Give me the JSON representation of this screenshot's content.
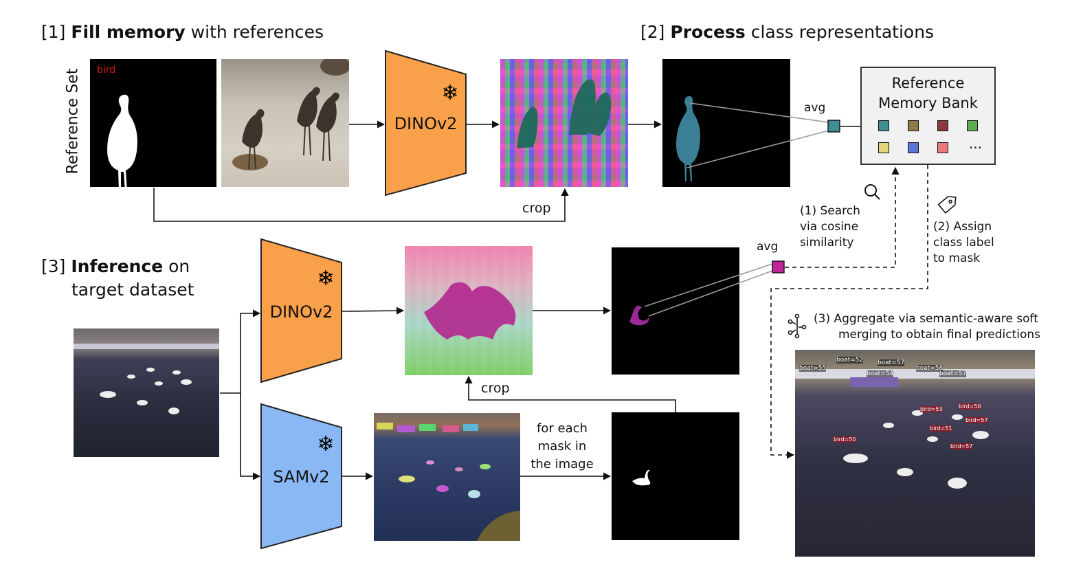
{
  "section1": {
    "prefix": "[1]",
    "bold": "Fill memory",
    "rest": " with references"
  },
  "section2": {
    "prefix": "[2]",
    "bold": "Process",
    "rest": " class representations"
  },
  "section3": {
    "prefix": "[3]",
    "bold": "Inference",
    "rest": " on",
    "line2": "target dataset"
  },
  "reference_set_label": "Reference Set",
  "mask_class_label": "bird",
  "encoders": {
    "dino_top": "DINOv2",
    "dino_bottom": "DINOv2",
    "sam": "SAMv2"
  },
  "labels": {
    "crop_top": "crop",
    "crop_bottom": "crop",
    "avg_top": "avg",
    "avg_bottom": "avg",
    "for_each": [
      "for each",
      "mask in",
      "the image"
    ]
  },
  "memory_bank": {
    "title": [
      "Reference",
      "Memory Bank"
    ],
    "ellipsis": "...",
    "swatches_row1": [
      "#3f8e94",
      "#8f7a4c",
      "#8a3a3e",
      "#5dad52"
    ],
    "swatches_row2": [
      "#e3d47c",
      "#5b76d8",
      "#ea7a7a"
    ]
  },
  "steps": {
    "search": [
      "(1) Search",
      "via cosine",
      "similarity"
    ],
    "assign": [
      "(2) Assign",
      "class label",
      "to mask"
    ],
    "aggregate": [
      "(3)  Aggregate via semantic-aware soft",
      "merging to obtain final predictions"
    ]
  },
  "prediction_labels": [
    "boat=52",
    "boat=55",
    "boat=57",
    "boat=58",
    "boat=54",
    "boat=57",
    "bird=50",
    "bird=51",
    "bird=53",
    "bird=57",
    "bird=50",
    "bird=57"
  ],
  "colors": {
    "dino": "#f9a04b",
    "sam": "#89b8f5",
    "avg_query": "#c0259c",
    "avg_ref": "#3f8e94"
  }
}
